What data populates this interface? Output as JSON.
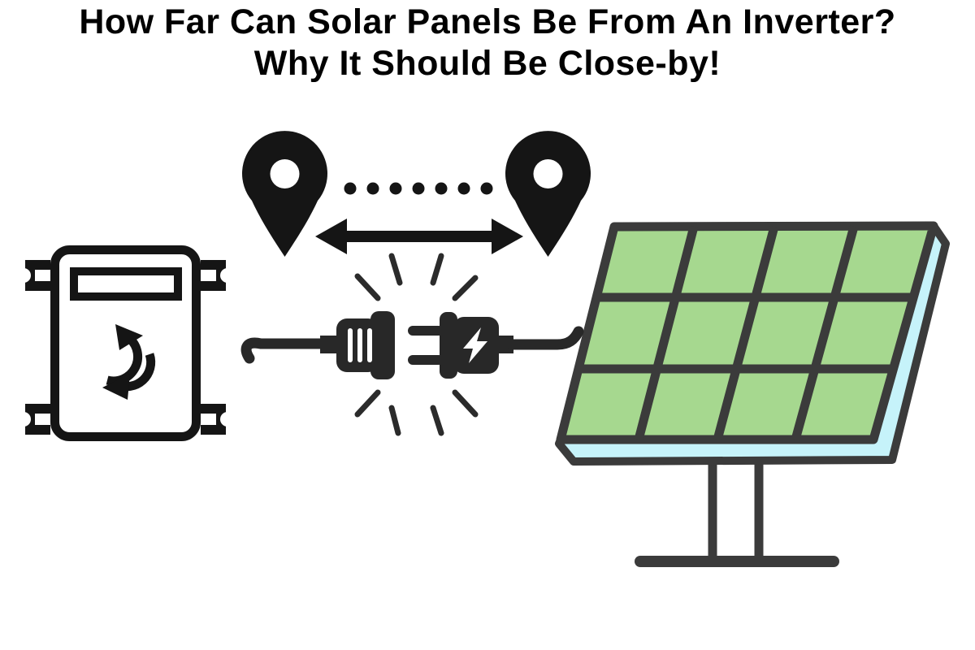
{
  "title": {
    "line1": "How Far Can Solar Panels Be From An Inverter?",
    "line2": "Why It Should Be Close-by!"
  },
  "illustration": {
    "inverter": {
      "name": "inverter-box",
      "parts": [
        "display-slot",
        "sync-arrows",
        "mounting-brackets"
      ],
      "bracket_count": 4
    },
    "distance_indicator": {
      "left_marker": "map-pin",
      "right_marker": "map-pin",
      "dots_count": 7,
      "arrow": "double-headed-arrow"
    },
    "connection": {
      "left_part": "socket-plug",
      "right_part": "power-plug",
      "prong_count": 2,
      "vent_count": 3,
      "spark_line_count": 8,
      "symbol": "lightning-bolt"
    },
    "solar_panel": {
      "rows": 3,
      "columns": 4,
      "cell_count": 12,
      "stand": "pole-with-base"
    }
  },
  "colors": {
    "background": "#ffffff",
    "title_text": "#010101",
    "icon_black": "#151515",
    "plug_dark": "#282828",
    "spark_dark": "#2b2b2b",
    "panel_outline": "#3b3b3b",
    "panel_cell_green": "#a6d88f",
    "panel_edge_cyan": "#c6f3fa",
    "white": "#ffffff"
  }
}
